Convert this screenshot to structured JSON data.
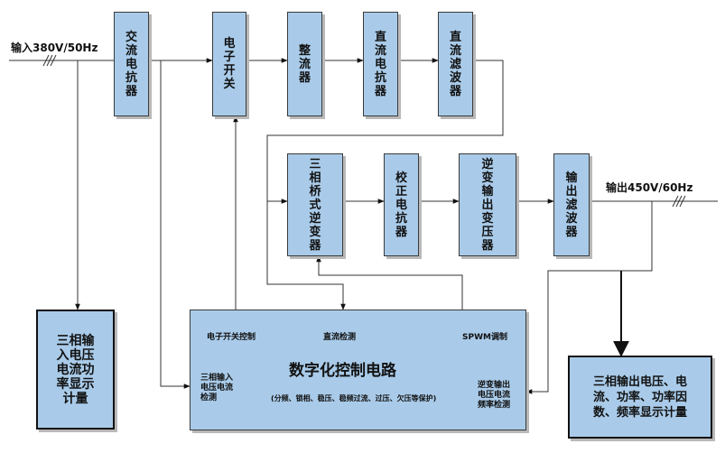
{
  "input_label": "输入380V/50Hz",
  "output_label": "输出450V/60Hz",
  "blocks": {
    "ac_reactor": "交流电抗器",
    "electronic_switch": "电子开关",
    "rectifier": "整流器",
    "dc_reactor": "直流电抗器",
    "dc_filter": "直流滤波器",
    "inverter": "三相桥式逆变器",
    "correction_reactor": "校正电抗器",
    "inverter_output_transformer": "逆变输出变压器",
    "output_filter": "输出滤波器",
    "input_display": "三相输入电压电流功率显示计量",
    "output_display": "三相输出电压、电流、功率、功率因数、频率显示计量"
  },
  "control": {
    "title": "数字化控制电路",
    "subtitle": "(分频、锁相、稳压、稳频过流、过压、欠压等保护)",
    "switch_control": "电子开关控制",
    "dc_detect": "直流检测",
    "spwm_modulation": "SPWM调制",
    "input_detect": "三相输入\n电压电流\n检测",
    "output_detect": "逆变输出\n电压电流\n频率检测"
  }
}
